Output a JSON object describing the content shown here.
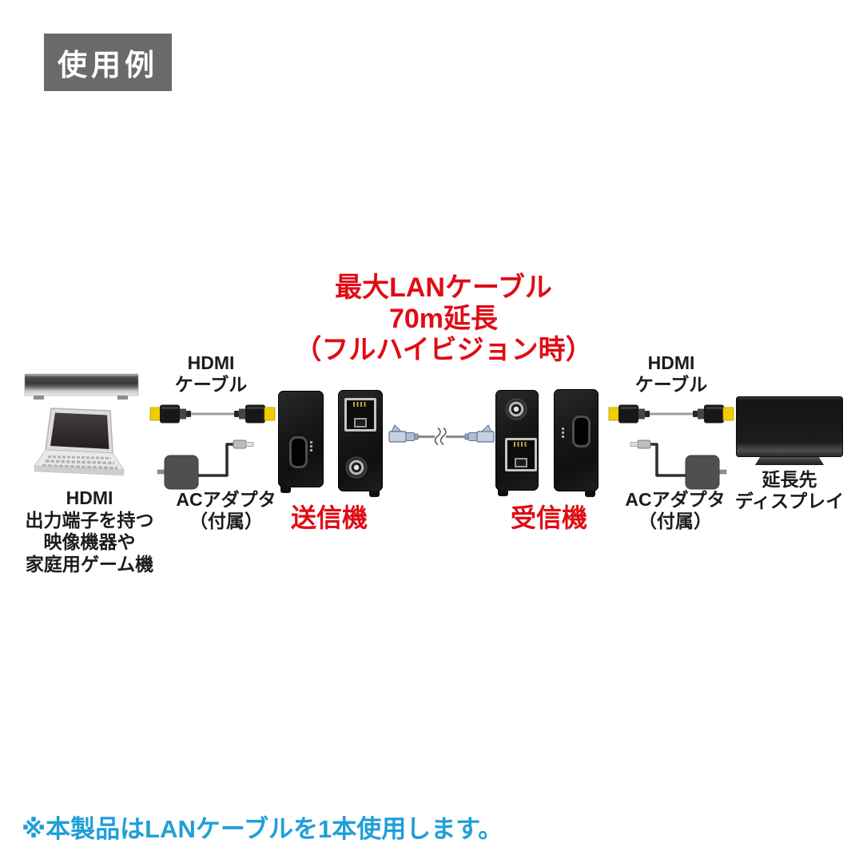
{
  "badge": {
    "label": "使用例"
  },
  "title": {
    "lines": [
      "最大LANケーブル",
      "70m延長",
      "（フルハイビジョン時）"
    ]
  },
  "source": {
    "caption": [
      "HDMI",
      "出力端子を持つ",
      "映像機器や",
      "家庭用ゲーム機"
    ]
  },
  "hdmi_cable_left": {
    "label": [
      "HDMI",
      "ケーブル"
    ]
  },
  "ac_adapter_left": {
    "label": [
      "ACアダプタ",
      "（付属）"
    ]
  },
  "transmitter": {
    "label": "送信機"
  },
  "receiver": {
    "label": "受信機"
  },
  "hdmi_cable_right": {
    "label": [
      "HDMI",
      "ケーブル"
    ]
  },
  "ac_adapter_right": {
    "label": [
      "ACアダプタ",
      "（付属）"
    ]
  },
  "display": {
    "caption": [
      "延長先",
      "ディスプレイ"
    ]
  },
  "footnote": {
    "text": "※本製品はLANケーブルを1本使用します。"
  },
  "colors": {
    "accent_red": "#e00c15",
    "note_blue": "#209fd7",
    "badge_gray": "#6a6a6a",
    "hdmi_yellow": "#f1cd00",
    "lan_connector": "#c6d2e2",
    "device_black": "#161616"
  }
}
